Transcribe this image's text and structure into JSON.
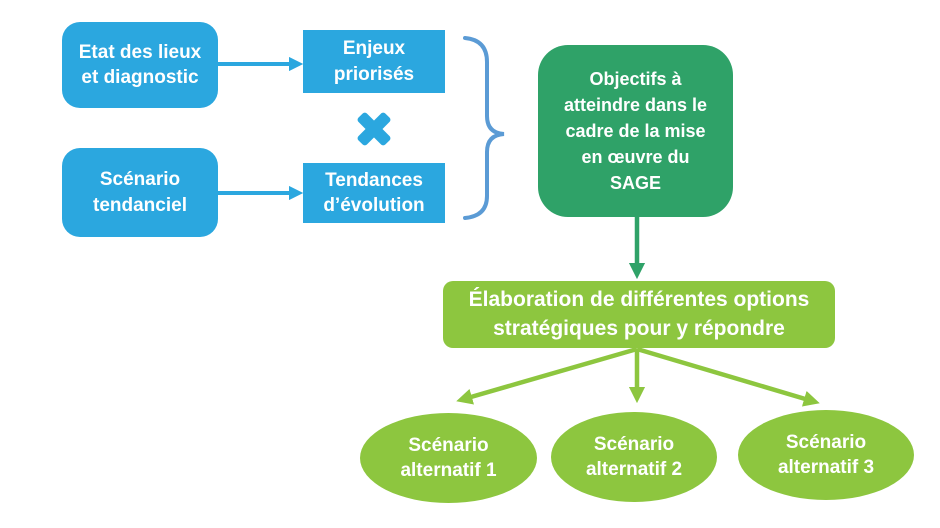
{
  "diagram": {
    "nodes": {
      "etat": {
        "label": "Etat des lieux\net diagnostic",
        "shape": "rounded-rect",
        "color": "#2BA7DF"
      },
      "tendanciel": {
        "label": "Scénario\ntendanciel",
        "shape": "rounded-rect",
        "color": "#2BA7DF"
      },
      "enjeux": {
        "label": "Enjeux\npriorisés",
        "shape": "rect",
        "color": "#2BA7DF"
      },
      "tendances": {
        "label": "Tendances\nd’évolution",
        "shape": "rect",
        "color": "#2BA7DF"
      },
      "objectifs": {
        "label": "Objectifs à\natteindre dans le\ncadre de la mise\nen œuvre du\nSAGE",
        "shape": "rounded-rect",
        "color": "#2FA268"
      },
      "elaboration": {
        "label": "Élaboration de différentes options\nstratégiques pour y répondre",
        "shape": "rounded-rect",
        "color": "#8DC63F"
      },
      "alt1": {
        "label": "Scénario\nalternatif 1",
        "shape": "ellipse",
        "color": "#8DC63F"
      },
      "alt2": {
        "label": "Scénario\nalternatif 2",
        "shape": "ellipse",
        "color": "#8DC63F"
      },
      "alt3": {
        "label": "Scénario\nalternatif 3",
        "shape": "ellipse",
        "color": "#8DC63F"
      }
    },
    "edges": [
      {
        "from": "etat",
        "to": "enjeux",
        "style": "arrow",
        "color": "#2BA7DF"
      },
      {
        "from": "tendanciel",
        "to": "tendances",
        "style": "arrow",
        "color": "#2BA7DF"
      },
      {
        "from": "enjeux+tendances",
        "to": "objectifs",
        "style": "curly-brace",
        "color": "#5B9BD5"
      },
      {
        "from": "objectifs",
        "to": "elaboration",
        "style": "arrow",
        "color": "#2FA268"
      },
      {
        "from": "elaboration",
        "to": "alt1",
        "style": "arrow",
        "color": "#8DC63F"
      },
      {
        "from": "elaboration",
        "to": "alt2",
        "style": "arrow",
        "color": "#8DC63F"
      },
      {
        "from": "elaboration",
        "to": "alt3",
        "style": "arrow",
        "color": "#8DC63F"
      }
    ],
    "icons": {
      "multiply": "multiply-cross-icon",
      "brace": "curly-brace-right-icon"
    },
    "colors": {
      "box_blue": "#2BA7DF",
      "brace_blue": "#5B9BD5",
      "dark_green": "#2FA268",
      "light_green": "#8DC63F",
      "text": "#FFFFFF",
      "background": "#FFFFFF"
    }
  }
}
